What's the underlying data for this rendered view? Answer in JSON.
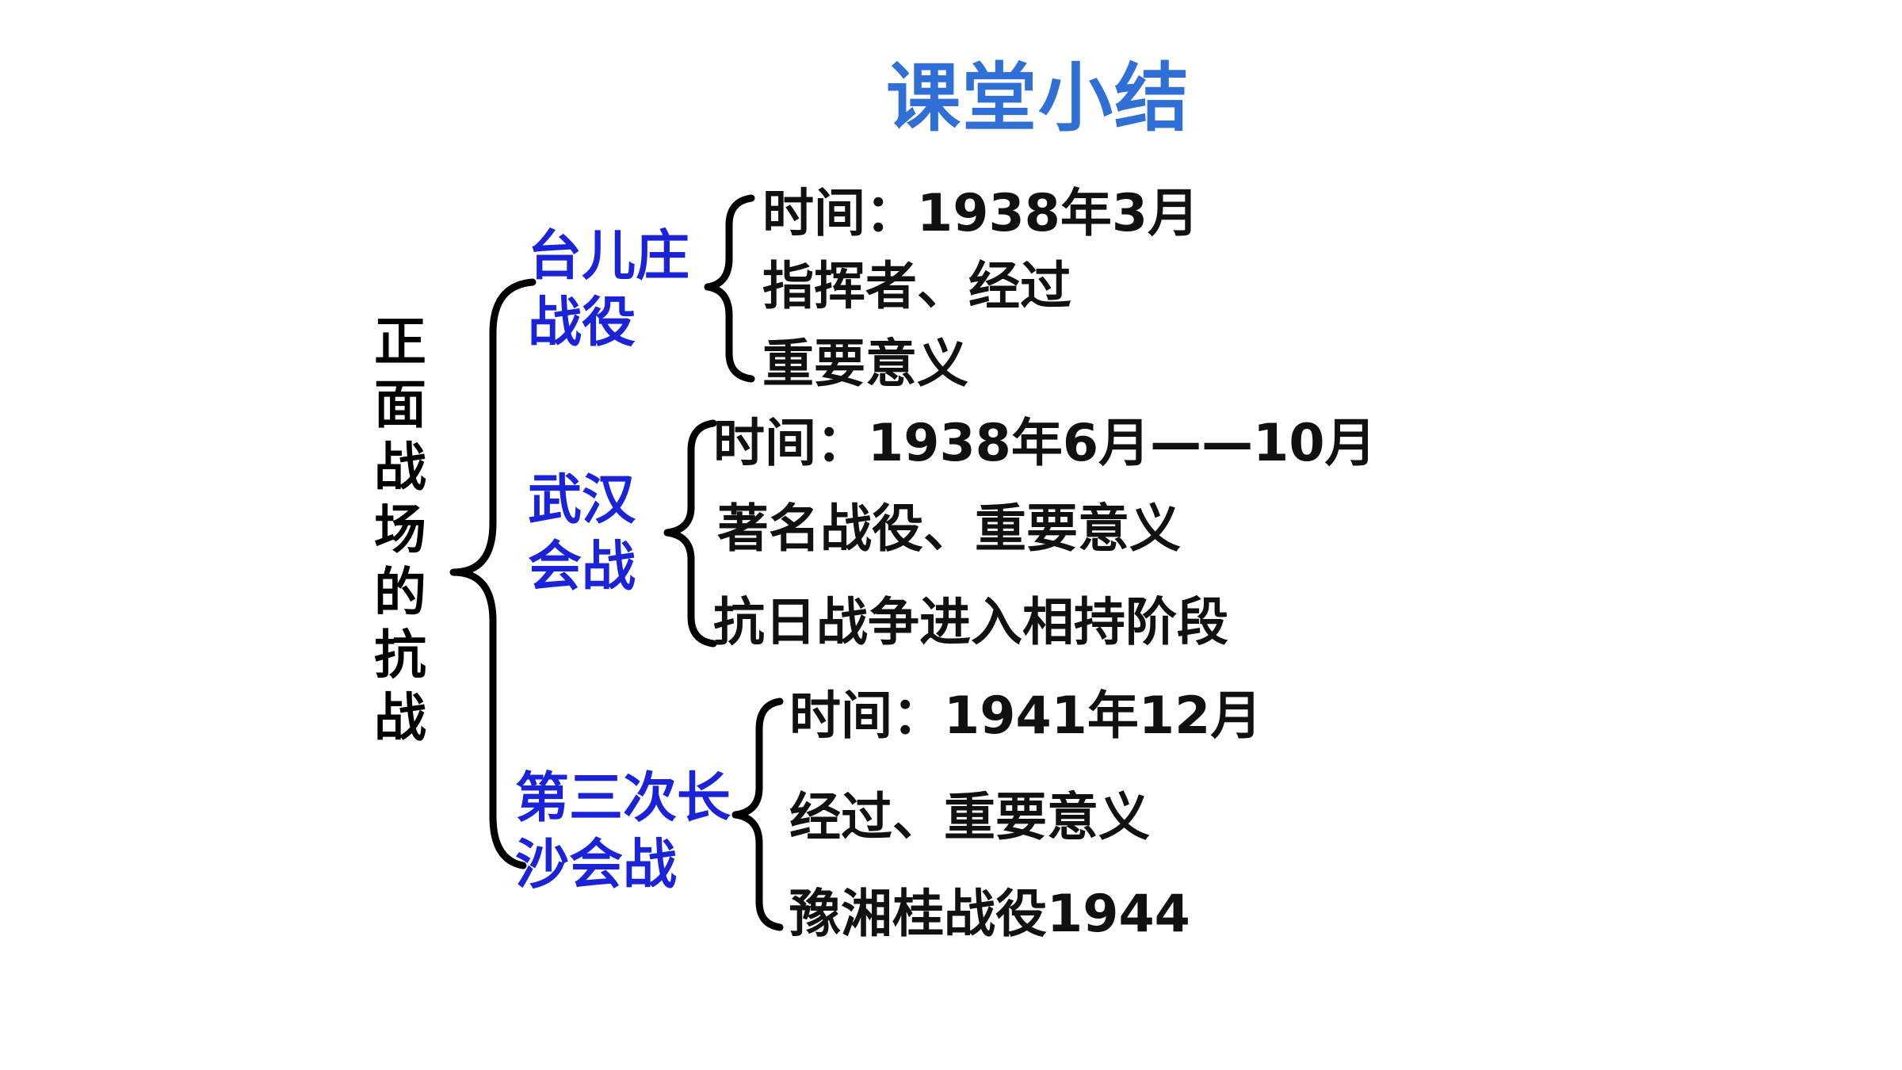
{
  "title": "课堂小结",
  "root": "正面战场的抗战",
  "branches": [
    {
      "lines": [
        "台儿庄",
        "战役"
      ],
      "items": [
        "时间：1938年3月",
        "指挥者、经过",
        "重要意义"
      ]
    },
    {
      "lines": [
        "武汉",
        "会战"
      ],
      "items": [
        "时间：1938年6月——10月",
        "著名战役、重要意义",
        "抗日战争进入相持阶段"
      ]
    },
    {
      "lines": [
        "第三次长",
        "沙会战"
      ],
      "items": [
        "时间：1941年12月",
        "经过、重要意义",
        "豫湘桂战役1944"
      ]
    }
  ],
  "colors": {
    "title": "#2f6fd6",
    "branch": "#1a23d8",
    "text": "#111111"
  }
}
